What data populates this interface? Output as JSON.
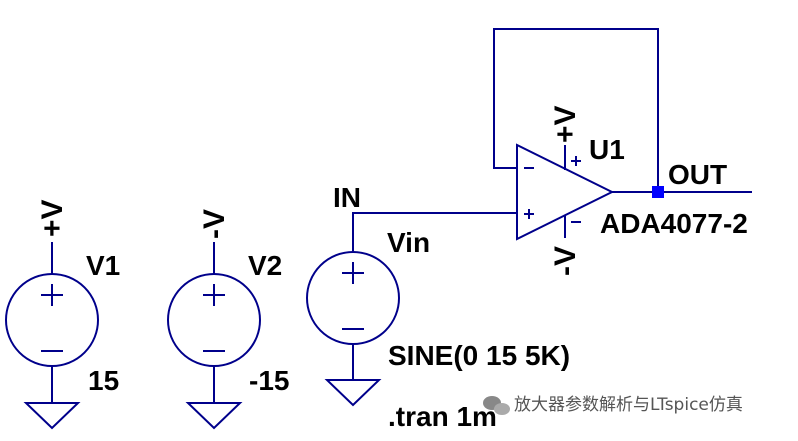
{
  "schematic": {
    "net_in": "IN",
    "net_out": "OUT",
    "pos_supply_flag": "+V",
    "neg_supply_flag": "-V",
    "opamp": {
      "ref": "U1",
      "part": "ADA4077-2",
      "plus_pin": "+",
      "minus_pin": "−"
    },
    "sources": [
      {
        "ref": "V1",
        "value": "15",
        "net": "+V"
      },
      {
        "ref": "V2",
        "value": "-15",
        "net": "-V"
      },
      {
        "ref": "Vin",
        "value": "SINE(0 15 5K)",
        "net": "IN"
      }
    ],
    "directive": ".tran 1m"
  },
  "colors": {
    "wire": "#00008b",
    "node": "#0000ff",
    "text": "#000000",
    "background": "#ffffff"
  },
  "watermark": {
    "text": "放大器参数解析与LTspice仿真"
  }
}
